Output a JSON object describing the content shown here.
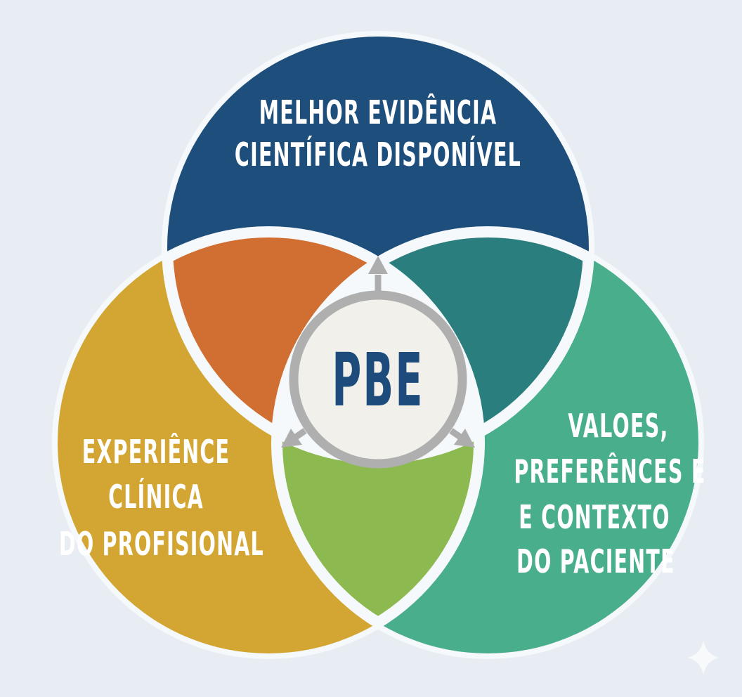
{
  "diagram": {
    "title": "PBE Venn diagram",
    "center": {
      "label": "PBE"
    },
    "circles": {
      "top": {
        "lines": [
          "MELHOR EVIDÊNCIA",
          "CIENTÍFICA DISPONÍVEL"
        ]
      },
      "left": {
        "lines": [
          "EXPERIÊNCE",
          "CLÍNICA",
          "DO PROFISIONAL"
        ]
      },
      "right": {
        "lines": [
          "VALOES,",
          "PREFERÊNCES E",
          "E CONTEXTO",
          "DO PACIENTE"
        ]
      }
    },
    "icons": {
      "arrow_up": "arrow-up-icon",
      "arrow_down_left": "arrow-down-left-icon",
      "arrow_down_right": "arrow-down-right-icon",
      "sparkle": "sparkle-icon"
    }
  },
  "colors": {
    "background": "#E8EDF4",
    "halo": "#F6F9FB",
    "circle_top": "#1E4E7B",
    "circle_left": "#D3A634",
    "circle_right": "#49AE8C",
    "overlap_top_left": "#D06F31",
    "overlap_top_right": "#2A7F7E",
    "overlap_bottom": "#8CBA50",
    "center_fill": "#F1F0EB",
    "ring_gray": "#AFAFAF",
    "arrow_gray": "#ADADAD",
    "label_text": "#FFFFFF",
    "center_text": "#1D4C7C",
    "sparkle": "#FFFFFF"
  }
}
